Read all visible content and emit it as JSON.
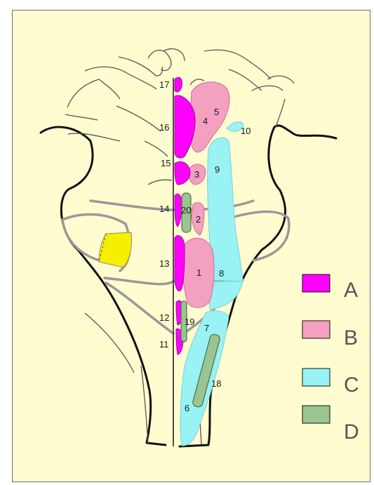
{
  "numbers": {
    "n1": "1",
    "n2": "2",
    "n3": "3",
    "n4": "4",
    "n5": "5",
    "n6": "6",
    "n7": "7",
    "n8": "8",
    "n9": "9",
    "n10": "10",
    "n11": "11",
    "n12": "12",
    "n13": "13",
    "n14": "14",
    "n15": "15",
    "n16": "16",
    "n17": "17",
    "n18": "18",
    "n19": "19",
    "n20": "20"
  },
  "legend": [
    {
      "letter": "A",
      "color": "#ff00ff"
    },
    {
      "letter": "B",
      "color": "#f4a0c0"
    },
    {
      "letter": "C",
      "color": "#99f2f4"
    },
    {
      "letter": "D",
      "color": "#9ac491"
    }
  ],
  "colors": {
    "background": "#fffdd0",
    "highlight": "#f7ef00",
    "outline": "#111111",
    "gray_line": "#999999"
  }
}
